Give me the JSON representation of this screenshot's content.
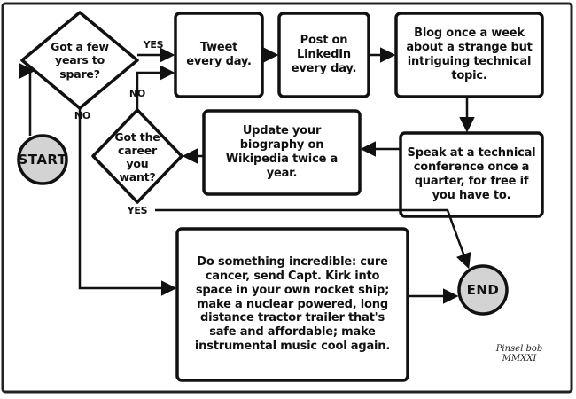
{
  "nodes": {
    "decision_years": "Got a few years to spare?",
    "tweet": "Tweet every day.",
    "linkedin": "Post on LinkedIn every day.",
    "blog": "Blog once a week about a strange but intriguing technical topic.",
    "speak": "Speak at a technical conference once a quarter, for free if you have to.",
    "wikipedia": "Update your biography on Wikipedia twice a year.",
    "decision_career": "Got the career you want?",
    "start": "START",
    "end": "END",
    "incredible": "Do something incredible: cure cancer, send Capt. Kirk into space in your own rocket ship; make a nuclear powered, long distance tractor trailer that's safe and affordable; make instrumental music cool again."
  },
  "edges": {
    "yes_top": "YES",
    "no_left": "NO",
    "no_loop": "NO",
    "yes_career": "YES"
  },
  "signature": {
    "name": "Pinsel bob",
    "year": "MMXXI"
  },
  "colors": {
    "ink": "#111111",
    "circle_fill": "#d3d3d3",
    "background": "#ffffff"
  }
}
